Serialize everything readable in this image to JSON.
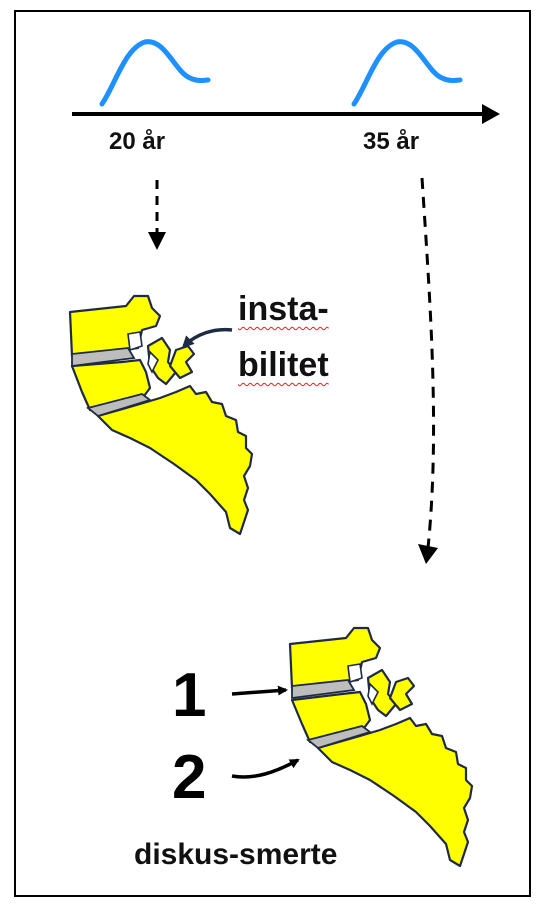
{
  "timeline": {
    "age_1": "20 år",
    "age_2": "35 år"
  },
  "annotation": {
    "line1": "insta-",
    "line2": "bilitet"
  },
  "markers": {
    "one": "1",
    "two": "2"
  },
  "caption": "diskus-smerte",
  "colors": {
    "bone_fill": "#ffff00",
    "bone_stroke": "#1f2a44",
    "disc_fill": "#bdbdbd",
    "curve": "#1e90ff",
    "arrow_blue": "#1f2a44"
  }
}
